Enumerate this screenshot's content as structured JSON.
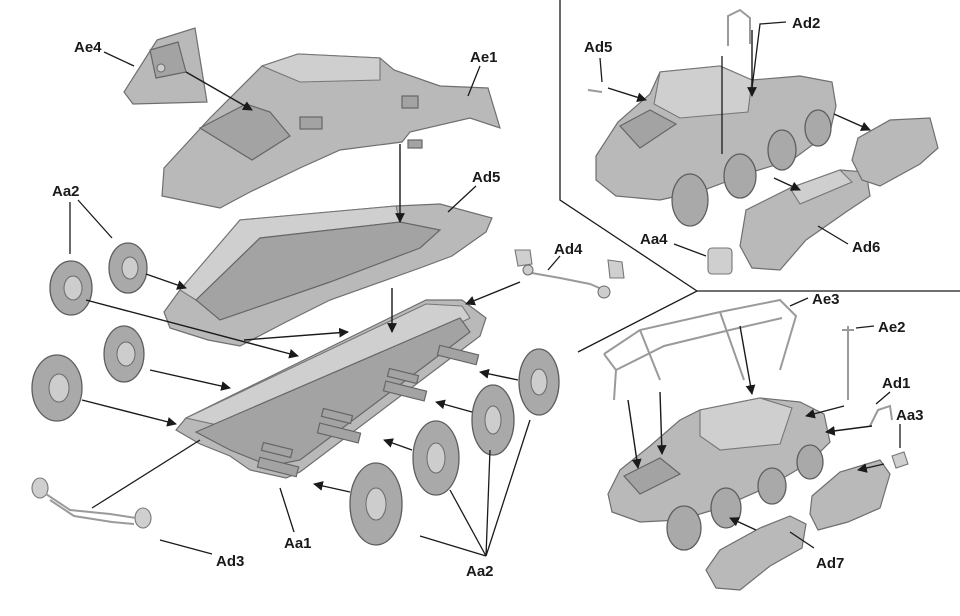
{
  "labels": {
    "ae4": "Ae4",
    "ae1": "Ae1",
    "aa2_left": "Aa2",
    "ad5_main": "Ad5",
    "ad4": "Ad4",
    "ad3": "Ad3",
    "aa1": "Aa1",
    "aa2_bottom": "Aa2",
    "ad5_inset": "Ad5",
    "ad2": "Ad2",
    "aa4": "Aa4",
    "ad6": "Ad6",
    "ae3": "Ae3",
    "ae2": "Ae2",
    "ad1": "Ad1",
    "aa3": "Aa3",
    "ad7": "Ad7"
  },
  "colors": {
    "part": "#b9b9b9",
    "outline": "#6f6f6f",
    "text": "#1a1a1a",
    "background": "#ffffff"
  }
}
